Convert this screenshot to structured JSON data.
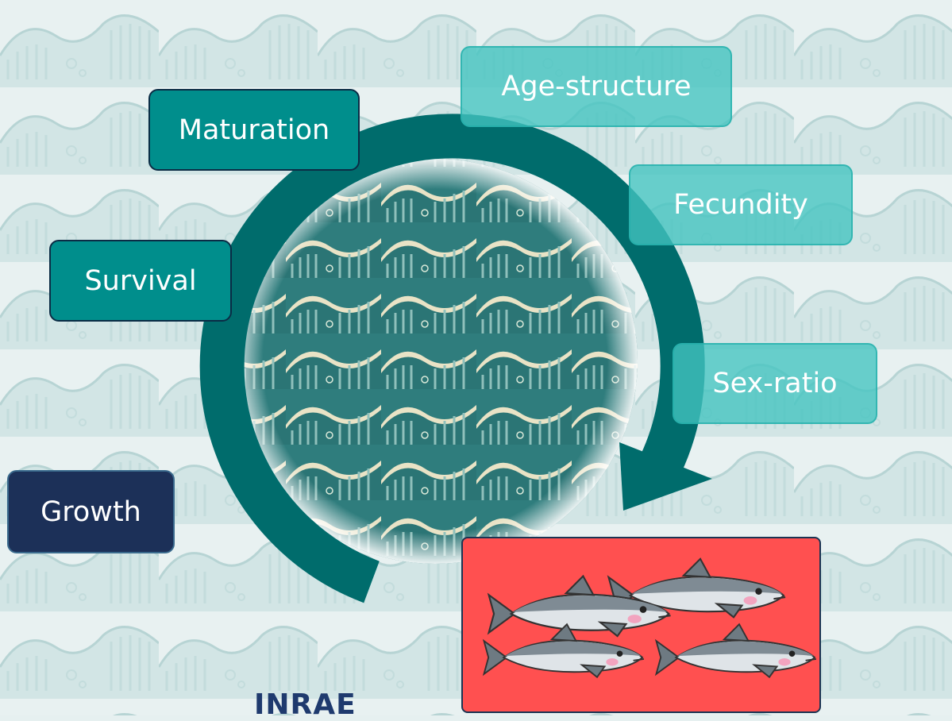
{
  "diagram": {
    "factors_left": {
      "maturation": "Maturation",
      "survival": "Survival",
      "growth": "Growth"
    },
    "factors_right": {
      "age_structure": "Age-structure",
      "fecundity": "Fecundity",
      "sex_ratio": "Sex-ratio"
    },
    "logo_text": "INRAE",
    "colors": {
      "arrow": "#006c6c",
      "box_dark": "#008e8c",
      "box_light": "#43c4c0",
      "box_navy": "#1c3058",
      "fish_panel": "#ff5050",
      "wave_background": "#e6f0f0"
    }
  }
}
